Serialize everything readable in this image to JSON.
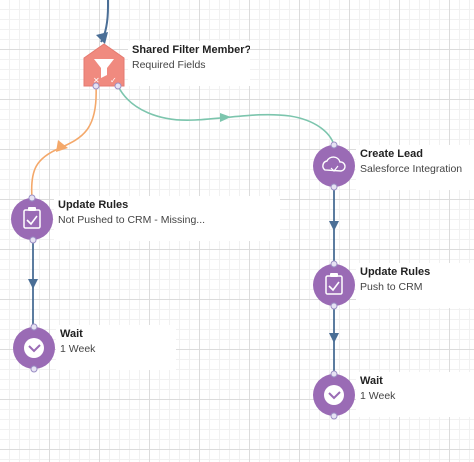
{
  "nodes": {
    "shared_filter": {
      "title": "Shared Filter Member?",
      "subtitle": "Required Fields",
      "icon": "funnel-icon",
      "color": "#f08a7f"
    },
    "create_lead": {
      "title": "Create Lead",
      "subtitle": "Salesforce Integration",
      "icon": "cloud-icon",
      "color": "#9a6bb5"
    },
    "update_rules_left": {
      "title": "Update Rules",
      "subtitle": "Not Pushed to CRM - Missing...",
      "icon": "clipboard-check-icon",
      "color": "#9a6bb5"
    },
    "update_rules_right": {
      "title": "Update Rules",
      "subtitle": "Push to CRM",
      "icon": "clipboard-check-icon",
      "color": "#9a6bb5"
    },
    "wait_left": {
      "title": "Wait",
      "subtitle": "1 Week",
      "icon": "clock-icon",
      "color": "#9a6bb5"
    },
    "wait_right": {
      "title": "Wait",
      "subtitle": "1 Week",
      "icon": "clock-icon",
      "color": "#9a6bb5"
    }
  },
  "colors": {
    "no_branch": "#f4a86a",
    "yes_branch": "#7cc5ad",
    "flow": "#4a6e96",
    "port_fill": "#e7e3f4",
    "port_stroke": "#9b8fc4"
  }
}
